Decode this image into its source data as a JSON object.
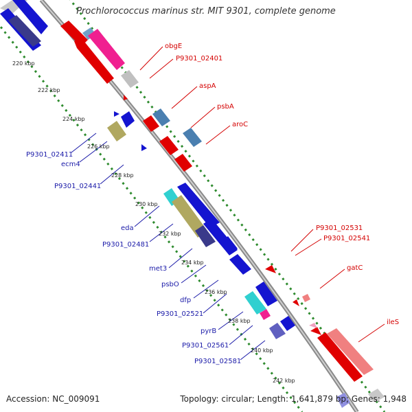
{
  "title": "Prochlorococcus marinus str. MIT 9301, complete genome",
  "footer": {
    "accession": "Accession: NC_009091",
    "topology": "Topology: circular; Length: 1,641,879 bp; Genes: 1,948"
  },
  "colors": {
    "backbone": "#a9a9a9",
    "forward_label": "#d40000",
    "reverse_label": "#1a1aa8",
    "tick_dots": "#2e8b2e"
  },
  "kbp_ticks": [
    "220 kbp",
    "222 kbp",
    "224 kbp",
    "226 kbp",
    "228 kbp",
    "230 kbp",
    "232 kbp",
    "234 kbp",
    "236 kbp",
    "238 kbp",
    "240 kbp",
    "242 kbp"
  ],
  "forward_genes": [
    "obgE",
    "P9301_02401",
    "aspA",
    "psbA",
    "aroC",
    "P9301_02531",
    "P9301_02541",
    "gatC",
    "ileS"
  ],
  "reverse_genes": [
    "P9301_02411",
    "ecm4",
    "P9301_02441",
    "eda",
    "P9301_02481",
    "met3",
    "psbO",
    "dfp",
    "P9301_02521",
    "pyrB",
    "P9301_02561",
    "P9301_02581"
  ]
}
